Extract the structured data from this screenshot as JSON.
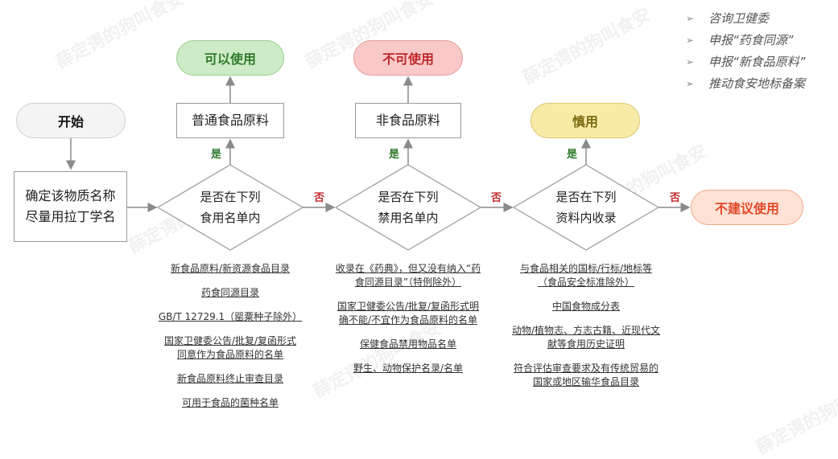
{
  "start": "开始",
  "step1": [
    "确定该物质名称",
    "尽量用拉丁学名"
  ],
  "decision1": [
    "是否在下列",
    "食用名单内"
  ],
  "decision2": [
    "是否在下列",
    "禁用名单内"
  ],
  "decision3": [
    "是否在下列",
    "资料内收录"
  ],
  "yes_label": "是",
  "no_label": "否",
  "box1": "普通食品原料",
  "box2": "非食品原料",
  "result1": "可以使用",
  "result2": "不可使用",
  "result3": "慎用",
  "result4": "不建议使用",
  "list1": [
    "新食品原料/新资源食品目录",
    "药食同源目录",
    "GB/T 12729.1（罂粟种子除外）",
    "国家卫健委公告/批复/复函形式同意作为食品原料的名单",
    "新食品原料终止审查目录",
    "可用于食品的菌种名单"
  ],
  "list2": [
    "收录在《药典》，但又没有纳入“药食同源目录”（特例除外）",
    "国家卫健委公告/批复/复函形式明确不能/不宜作为食品原料的名单",
    "保健食品禁用物品名单",
    "野生、动物保护名录/名单"
  ],
  "list3": [
    "与食品相关的国标/行标/地标等（食品安全标准除外）",
    "中国食物成分表",
    "动物/植物志、方志古籍、近现代文献等食用历史证明",
    "符合评估审查要求及有传统贸易的国家或地区输华食品目录"
  ],
  "side_notes": [
    "咨询卫健委",
    "申报“药食同源”",
    "申报“新食品原料”",
    "推动食安地标备案"
  ],
  "watermark": "薛定谔的狗叫食安",
  "colors": {
    "green": "#2f7a2a",
    "red": "#c0292a",
    "yellow": "#f8eba8",
    "orange": "#e04a2a"
  }
}
